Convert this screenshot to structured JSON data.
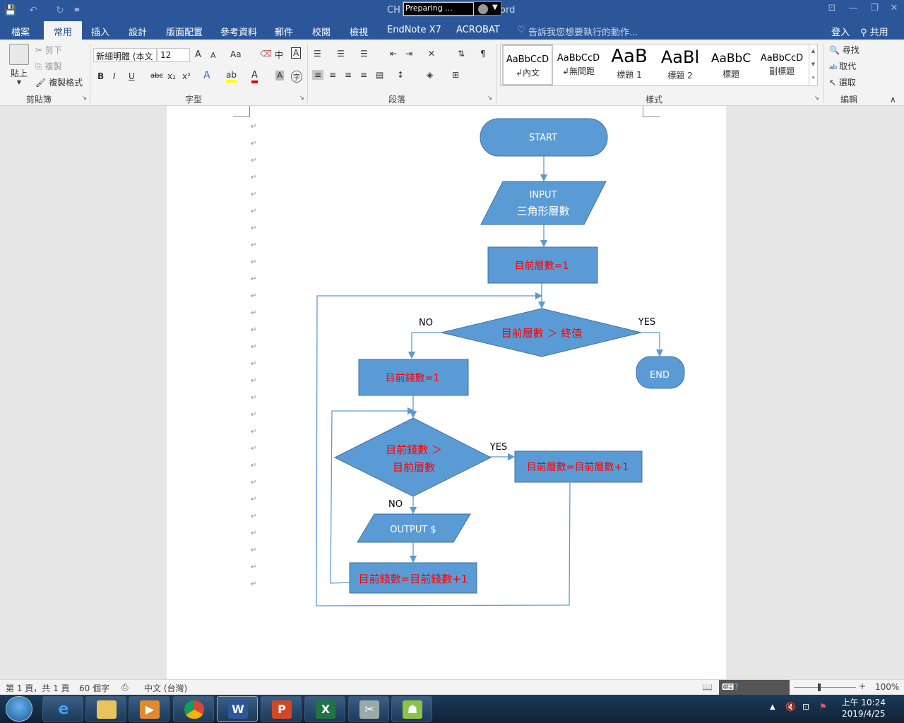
{
  "titlebar": {
    "doc_title_left": "CH",
    "doc_title_right": "ord",
    "preparing": "Preparing ..."
  },
  "tabs": [
    {
      "label": "檔案"
    },
    {
      "label": "常用"
    },
    {
      "label": "插入"
    },
    {
      "label": "設計"
    },
    {
      "label": "版面配置"
    },
    {
      "label": "參考資料"
    },
    {
      "label": "郵件"
    },
    {
      "label": "校閱"
    },
    {
      "label": "檢視"
    },
    {
      "label": "EndNote X7"
    },
    {
      "label": "ACROBAT"
    }
  ],
  "tell_me": "告訴我您想要執行的動作...",
  "signin": "登入",
  "share": "共用",
  "clipboard": {
    "paste": "貼上",
    "cut": "剪下",
    "copy": "複製",
    "format_painter": "複製格式",
    "group": "剪貼簿"
  },
  "font": {
    "name": "新細明體 (本文",
    "size": "12",
    "grow": "A",
    "shrink": "A",
    "case": "Aa",
    "bold": "B",
    "italic": "I",
    "underline": "U",
    "strike": "abc",
    "sub": "x₂",
    "sup": "x²",
    "group": "字型"
  },
  "paragraph": {
    "group": "段落"
  },
  "styles": {
    "group": "樣式",
    "items": [
      {
        "preview": "AaBbCcD",
        "name": "↲內文"
      },
      {
        "preview": "AaBbCcD",
        "name": "↲無間距"
      },
      {
        "preview": "AaB",
        "name": "標題 1"
      },
      {
        "preview": "AaBl",
        "name": "標題 2"
      },
      {
        "preview": "AaBbC",
        "name": "標題"
      },
      {
        "preview": "AaBbCcD",
        "name": "副標題"
      }
    ]
  },
  "editing": {
    "find": "尋找",
    "replace": "取代",
    "select": "選取",
    "group": "編輯"
  },
  "flowchart": {
    "start": "START",
    "input_line1": "INPUT",
    "input_line2": "三角形層數",
    "init_layer": "目前層數=1",
    "cond1": "目前層數 ＞ 終值",
    "no1": "NO",
    "yes1": "YES",
    "end": "END",
    "init_money": "目前錢數=1",
    "cond2_line1": "目前錢數 ＞",
    "cond2_line2": "目前層數",
    "yes2": "YES",
    "inc_layer": "目前層數=目前層數+1",
    "no2": "NO",
    "output": "OUTPUT $",
    "inc_money": "目前錢數=目前錢數+1",
    "text_color": "#ff0000",
    "white_text": "#ffffff",
    "fill": "#5b9bd5",
    "stroke": "#41719c"
  },
  "statusbar": {
    "page": "第 1 頁，共 1 頁",
    "words": "60 個字",
    "lang": "中文 (台灣)",
    "ime": "CH",
    "zoom": "100%"
  },
  "taskbar": {
    "time": "上午 10:24",
    "date": "2019/4/25"
  }
}
